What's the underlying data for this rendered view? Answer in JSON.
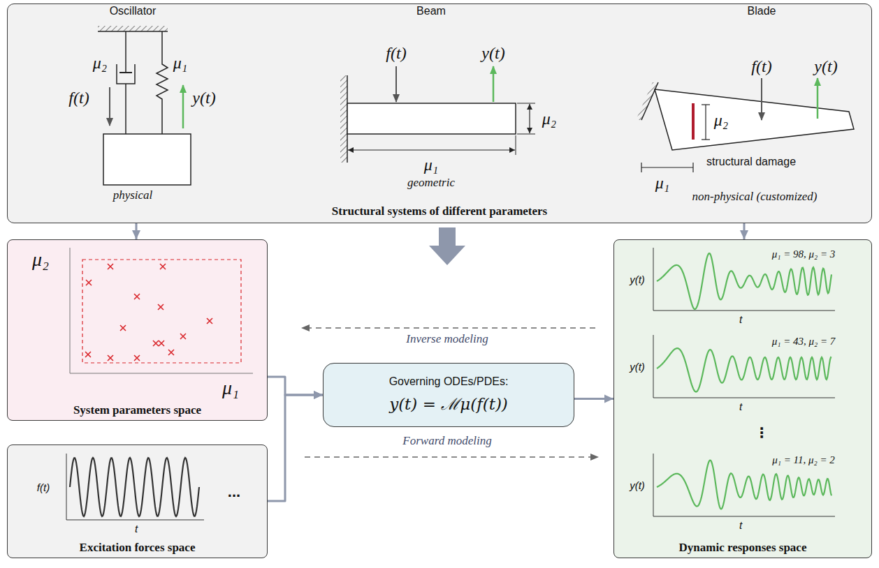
{
  "diagram": {
    "nodes": [
      {
        "text": [
          "Structural systems of different parameters"
        ]
      },
      {
        "text": [
          "System parameters space"
        ]
      },
      {
        "text": [
          "Excitation forces space"
        ]
      },
      {
        "text": [
          "Governing ODEs/PDEs:",
          "y(t) = ℳμ(f(t))"
        ]
      },
      {
        "text": [
          "Dynamic responses space"
        ]
      }
    ],
    "edges": [
      {
        "from": 0,
        "to": 1,
        "arrow": "to"
      },
      {
        "from": 0,
        "to": 4,
        "arrow": "to"
      },
      {
        "from": 1,
        "to": 3,
        "arrow": "to"
      },
      {
        "from": 2,
        "to": 3,
        "arrow": "to"
      },
      {
        "from": 3,
        "to": 4,
        "arrow": "to"
      }
    ],
    "labels": [
      "Oscillator",
      "μ₂",
      "μ₁",
      "f(t)",
      "y(t)",
      "physical",
      "Beam",
      "f(t)",
      "y(t)",
      "μ₂",
      "μ₁",
      "geometric",
      "Blade",
      "f(t)",
      "y(t)",
      "μ₂",
      "μ₁",
      "structural damage",
      "non-physical (customized)",
      "μ₂",
      "μ₁",
      "f(t)",
      "t",
      "...",
      "Inverse modeling",
      "Forward modeling",
      "y(t)",
      "t",
      "μ₁ = 98, μ₂ = 3",
      "y(t)",
      "t",
      "μ₁ = 43, μ₂ = 7",
      "⋮",
      "y(t)",
      "t",
      "μ₁ = 11, μ₂ = 2"
    ]
  }
}
